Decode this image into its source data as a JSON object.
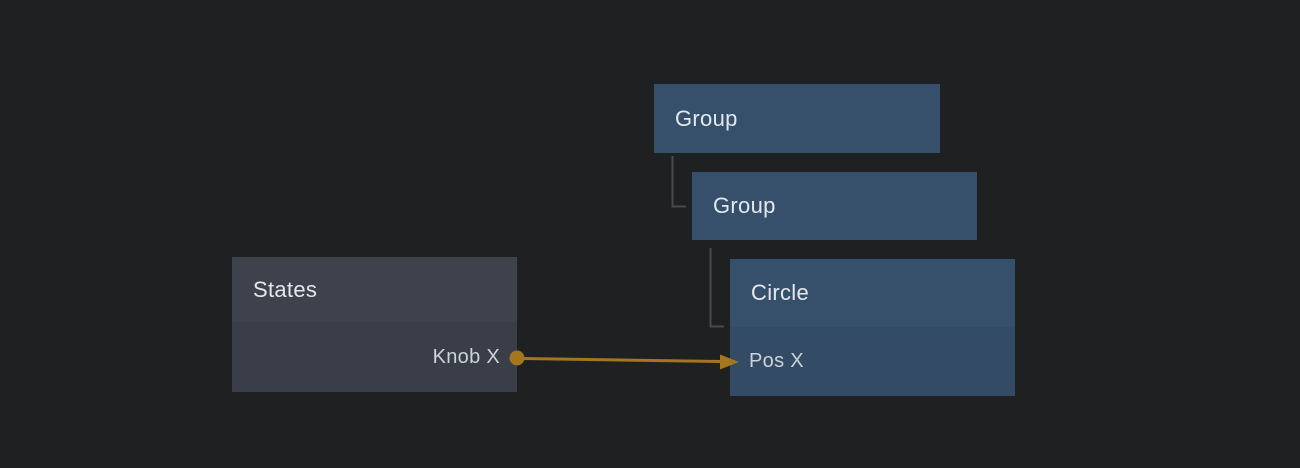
{
  "canvas": {
    "background": "#1f2021"
  },
  "colors": {
    "node_header_blue": "#36506c",
    "node_body_blue": "#334b64",
    "node_header_gray": "#3e424d",
    "node_body_gray": "#3a3e48",
    "hierarchy_line": "#4a4a4a",
    "connection": "#a3761f",
    "header_text": "#e4e8ec",
    "property_text": "#ccd3d9"
  },
  "nodes": {
    "group1": {
      "title": "Group"
    },
    "group2": {
      "title": "Group"
    },
    "circle": {
      "title": "Circle",
      "property": "Pos X"
    },
    "states": {
      "title": "States",
      "property": "Knob X"
    }
  },
  "hierarchy": [
    {
      "parent": "Group",
      "child": "Group"
    },
    {
      "parent": "Group",
      "child": "Circle"
    }
  ],
  "connection": {
    "from_node": "States",
    "from_port": "Knob X",
    "to_node": "Circle",
    "to_port": "Pos X",
    "color": "#a3761f"
  }
}
